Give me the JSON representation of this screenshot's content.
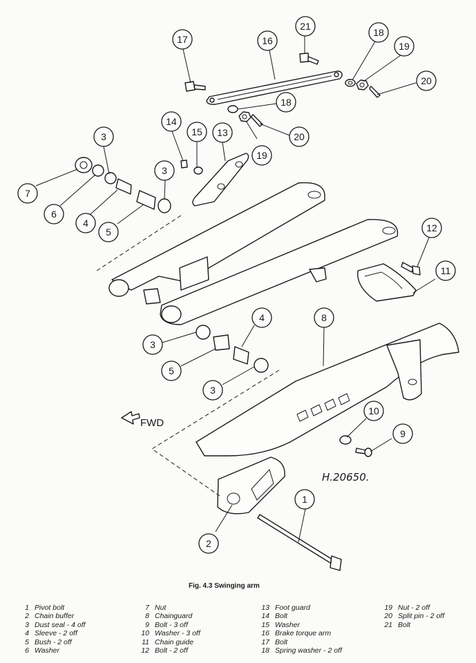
{
  "figure": {
    "caption": "Fig. 4.3 Swinging arm",
    "direction_label": "FWD",
    "drawing_ref": "H.20650."
  },
  "callouts": [
    {
      "id": "c17",
      "n": "17"
    },
    {
      "id": "c16",
      "n": "16"
    },
    {
      "id": "c21",
      "n": "21"
    },
    {
      "id": "c18a",
      "n": "18"
    },
    {
      "id": "c19a",
      "n": "19"
    },
    {
      "id": "c20a",
      "n": "20"
    },
    {
      "id": "c18b",
      "n": "18"
    },
    {
      "id": "c20b",
      "n": "20"
    },
    {
      "id": "c19b",
      "n": "19"
    },
    {
      "id": "c14",
      "n": "14"
    },
    {
      "id": "c15",
      "n": "15"
    },
    {
      "id": "c13",
      "n": "13"
    },
    {
      "id": "c3a",
      "n": "3"
    },
    {
      "id": "c3b",
      "n": "3"
    },
    {
      "id": "c7",
      "n": "7"
    },
    {
      "id": "c6",
      "n": "6"
    },
    {
      "id": "c4a",
      "n": "4"
    },
    {
      "id": "c5a",
      "n": "5"
    },
    {
      "id": "c12",
      "n": "12"
    },
    {
      "id": "c11",
      "n": "11"
    },
    {
      "id": "c8",
      "n": "8"
    },
    {
      "id": "c4b",
      "n": "4"
    },
    {
      "id": "c3c",
      "n": "3"
    },
    {
      "id": "c5b",
      "n": "5"
    },
    {
      "id": "c3d",
      "n": "3"
    },
    {
      "id": "c10",
      "n": "10"
    },
    {
      "id": "c9",
      "n": "9"
    },
    {
      "id": "c1",
      "n": "1"
    },
    {
      "id": "c2",
      "n": "2"
    }
  ],
  "key": {
    "columns": [
      [
        {
          "n": "1",
          "text": "Pivot bolt"
        },
        {
          "n": "2",
          "text": "Chain buffer"
        },
        {
          "n": "3",
          "text": "Dust seal - 4 off"
        },
        {
          "n": "4",
          "text": "Sleeve - 2 off"
        },
        {
          "n": "5",
          "text": "Bush - 2 off"
        },
        {
          "n": "6",
          "text": "Washer"
        }
      ],
      [
        {
          "n": "7",
          "text": "Nut"
        },
        {
          "n": "8",
          "text": "Chainguard"
        },
        {
          "n": "9",
          "text": "Bolt - 3 off"
        },
        {
          "n": "10",
          "text": "Washer - 3 off"
        },
        {
          "n": "11",
          "text": "Chain guide"
        },
        {
          "n": "12",
          "text": "Bolt - 2 off"
        }
      ],
      [
        {
          "n": "13",
          "text": "Foot guard"
        },
        {
          "n": "14",
          "text": "Bolt"
        },
        {
          "n": "15",
          "text": "Washer"
        },
        {
          "n": "16",
          "text": "Brake torque arm"
        },
        {
          "n": "17",
          "text": "Bolt"
        },
        {
          "n": "18",
          "text": "Spring washer - 2 off"
        }
      ],
      [
        {
          "n": "19",
          "text": "Nut - 2 off"
        },
        {
          "n": "20",
          "text": "Split pin - 2 off"
        },
        {
          "n": "21",
          "text": "Bolt"
        }
      ]
    ]
  }
}
